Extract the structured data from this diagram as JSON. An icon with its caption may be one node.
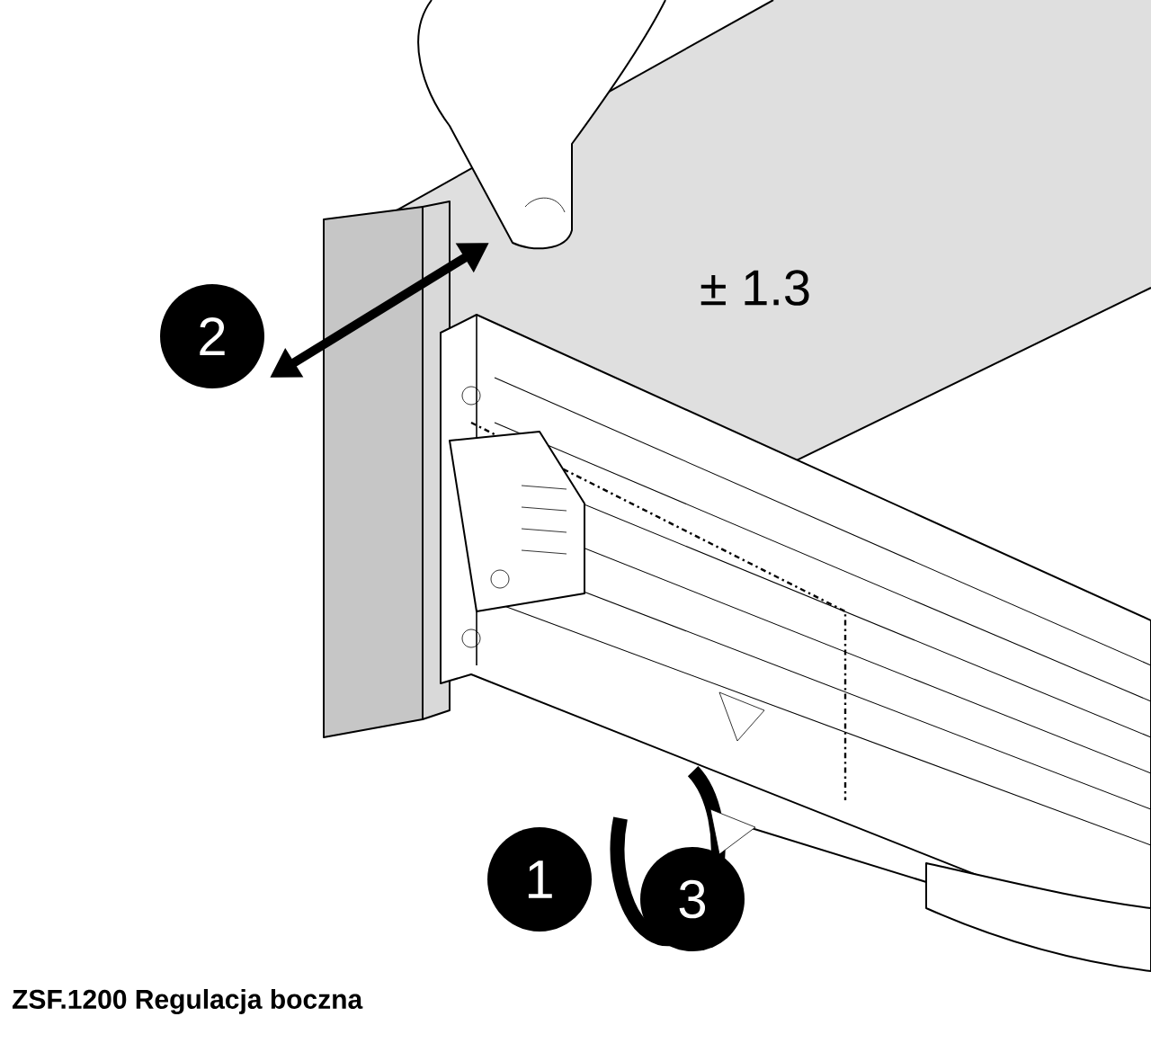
{
  "diagram": {
    "caption": "ZSF.1200 Regulacja boczna",
    "labels": [
      "± 1.3",
      "2",
      "1",
      "3"
    ]
  }
}
